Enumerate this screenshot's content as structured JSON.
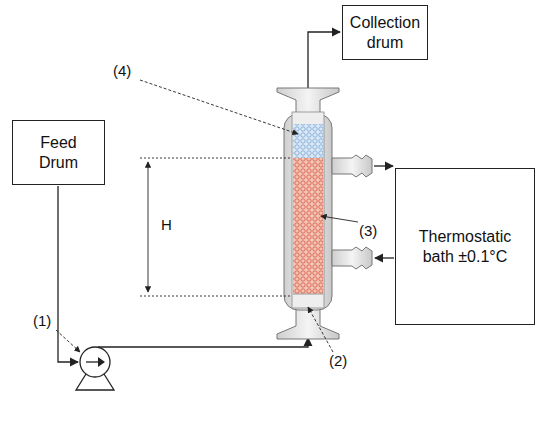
{
  "diagram": {
    "nodes": [
      {
        "text": [
          "Collection drum"
        ]
      },
      {
        "text": [
          "Feed Drum"
        ]
      },
      {
        "text": [
          "Thermostatic bath ±0.1°C"
        ]
      }
    ],
    "labels": [
      "(4)",
      "H",
      "(3)",
      "(2)",
      "(1)"
    ]
  }
}
